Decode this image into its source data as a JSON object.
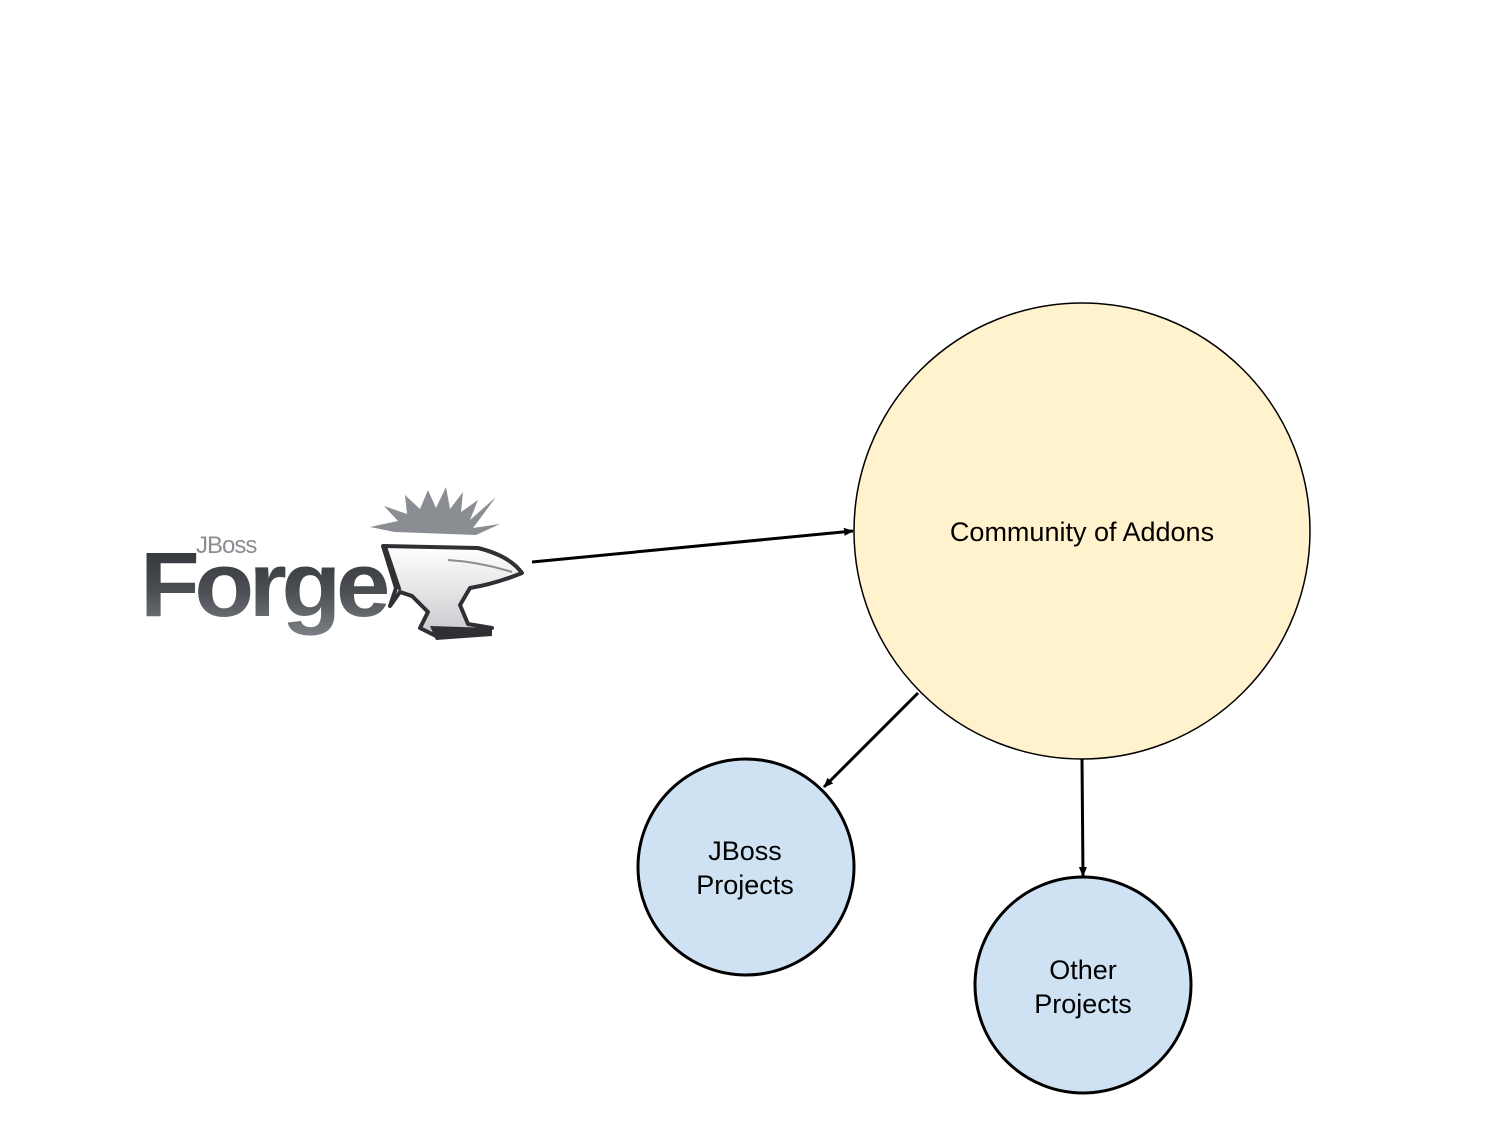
{
  "logo": {
    "brand_small": "JBoss",
    "brand_large": "Forge",
    "icon": "anvil-icon"
  },
  "nodes": {
    "community": {
      "label": "Community of Addons",
      "fill": "#fff2cc"
    },
    "jboss_projects": {
      "label_line1": "JBoss",
      "label_line2": "Projects",
      "fill": "#cfe2f3"
    },
    "other_projects": {
      "label_line1": "Other",
      "label_line2": "Projects",
      "fill": "#cfe2f3"
    }
  },
  "edges": [
    {
      "from": "forge-logo",
      "to": "community"
    },
    {
      "from": "community",
      "to": "jboss_projects"
    },
    {
      "from": "community",
      "to": "other_projects"
    }
  ],
  "colors": {
    "stroke": "#000000",
    "logo_text_dark": "#3a3d41",
    "logo_text_light": "#8a8d91"
  }
}
